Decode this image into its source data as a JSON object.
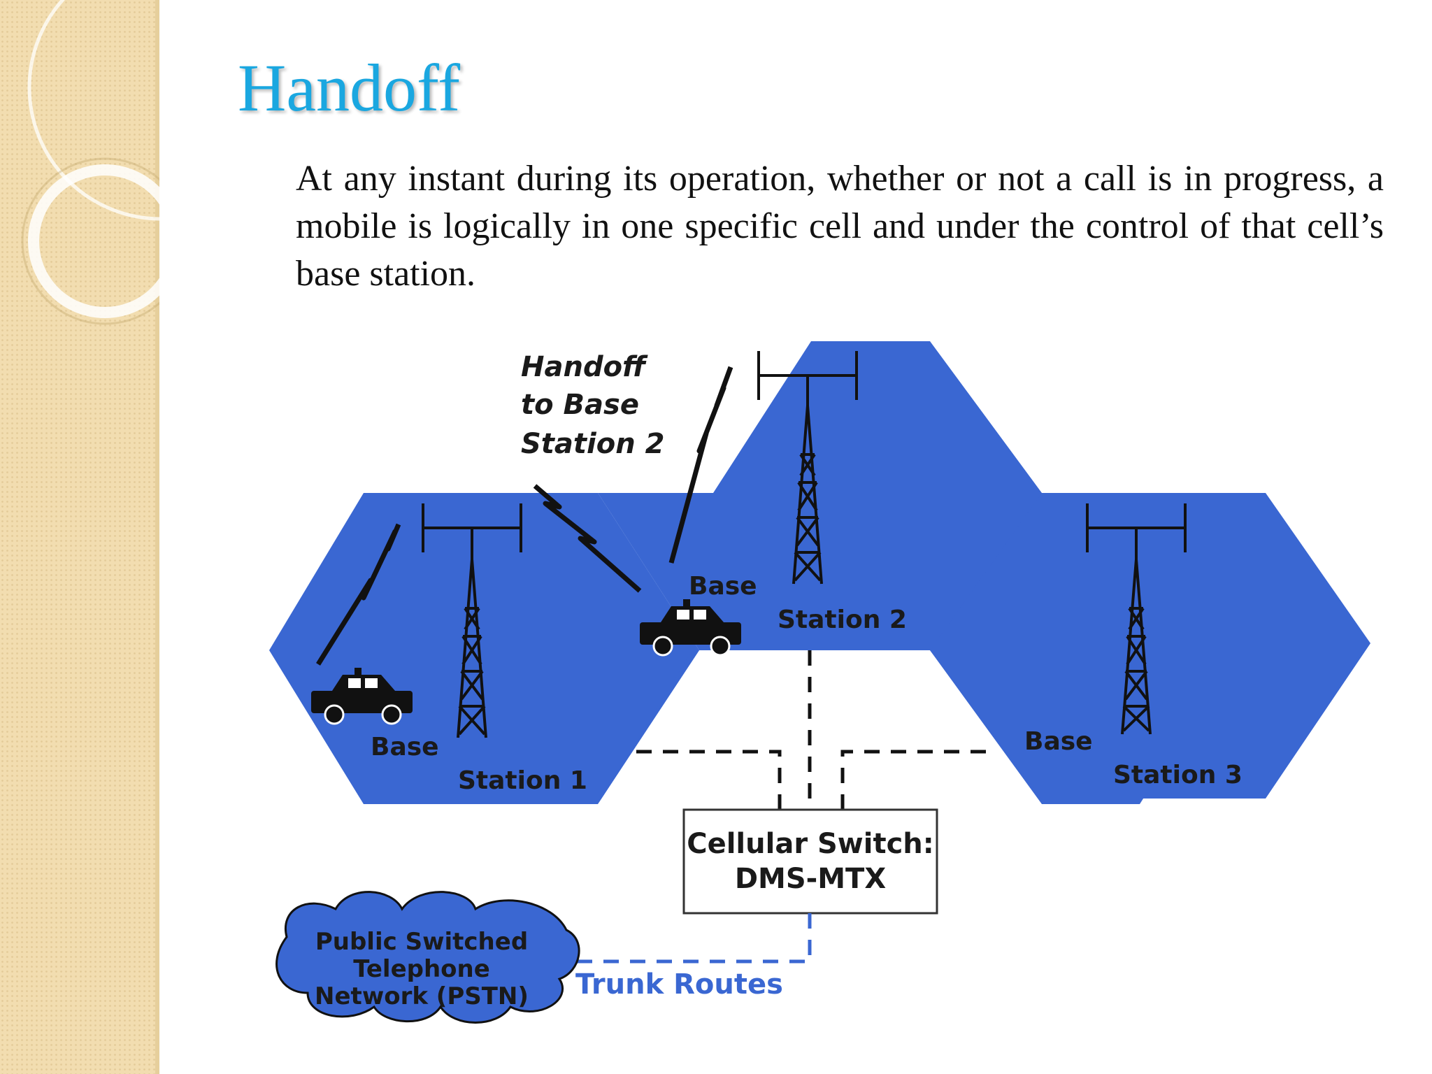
{
  "slide": {
    "title": "Handoff",
    "body": "At any instant during its operation, whether or not a call is in progress, a mobile is logically in one specific cell and under the control of that cell’s base station."
  },
  "diagram": {
    "handoff_label": [
      "Handoff",
      "to Base",
      "Station 2"
    ],
    "base_station_1": [
      "Base",
      "Station 1"
    ],
    "base_station_2": [
      "Base",
      "Station 2"
    ],
    "base_station_3": [
      "Base",
      "Station 3"
    ],
    "switch_label": [
      "Cellular Switch:",
      "DMS-MTX"
    ],
    "pstn_label": [
      "Public Switched",
      "Telephone",
      "Network (PSTN)"
    ],
    "trunk_label": "Trunk Routes",
    "colors": {
      "cell_fill": "#3a67d2",
      "title": "#1aa7e0",
      "trunk_text": "#3a67d2"
    }
  }
}
